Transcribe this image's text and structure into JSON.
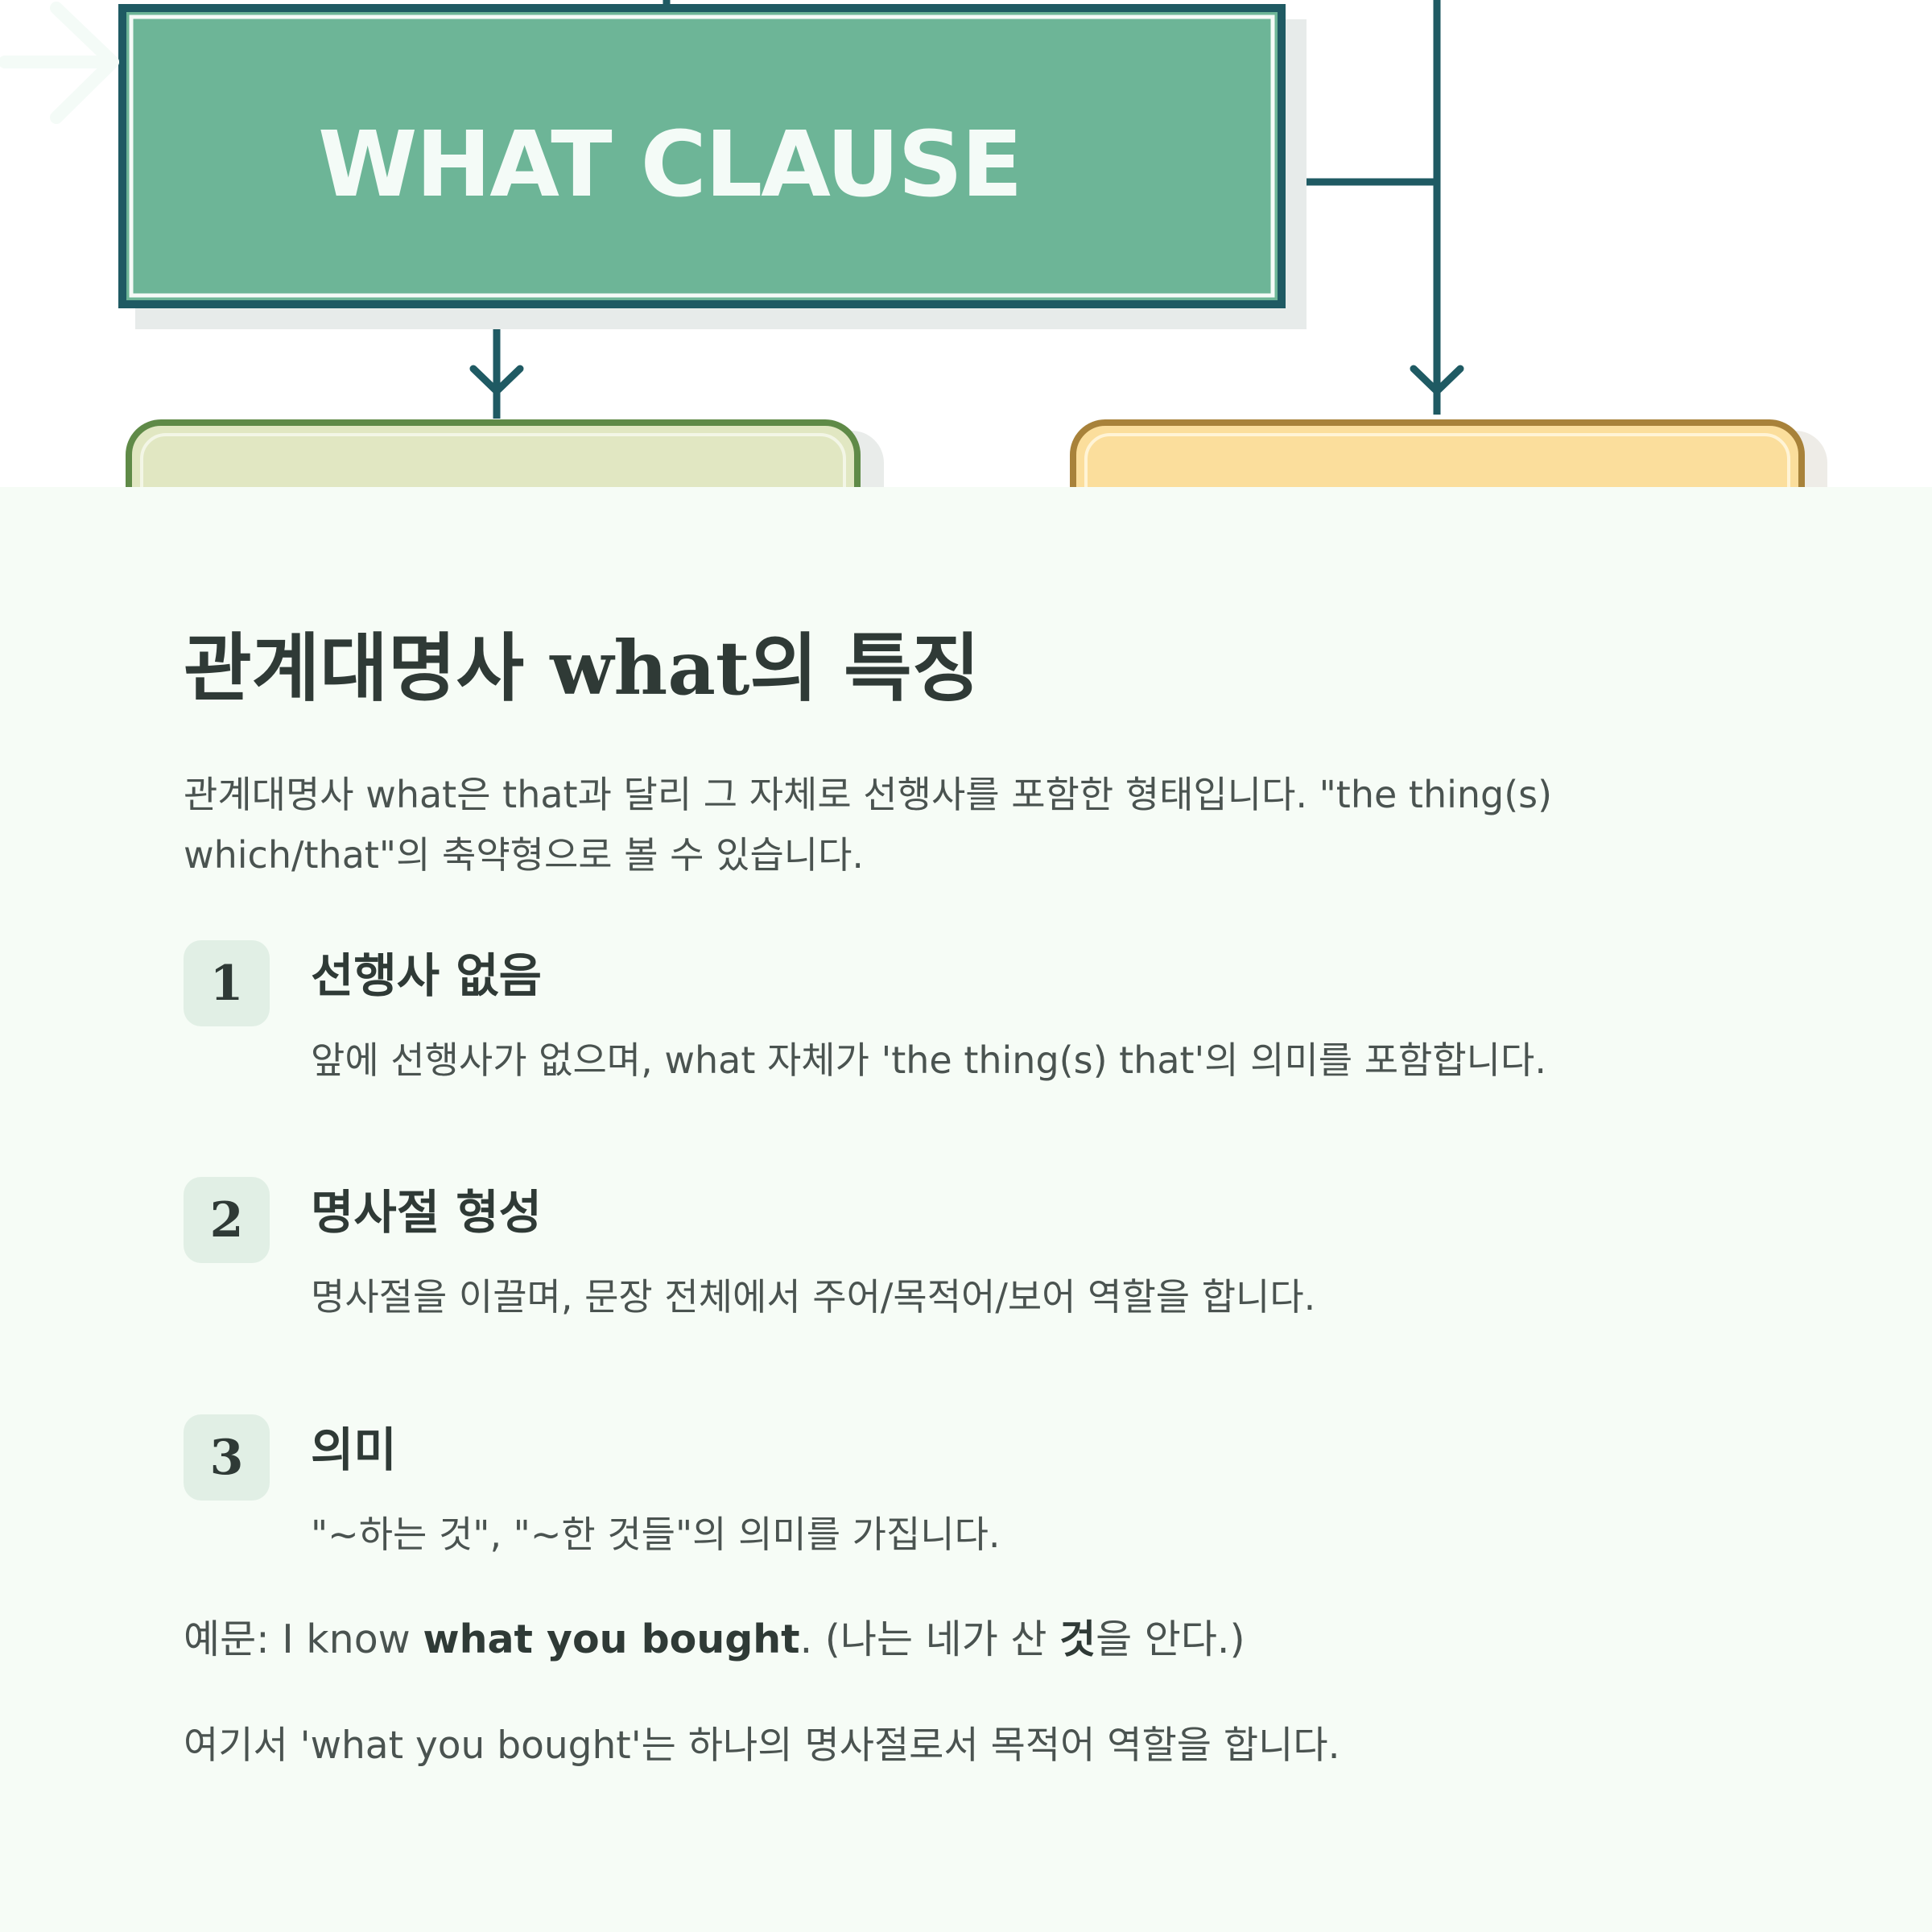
{
  "diagram": {
    "main_box_label": "WHAT CLAUSE",
    "arrow_icon": "arrow-right-icon"
  },
  "heading": "관계대명사 what의 특징",
  "intro": "관계대명사 what은 that과 달리 그 자체로 선행사를 포함한 형태입니다. \"the thing(s) which/that\"의 축약형으로 볼 수 있습니다.",
  "features": [
    {
      "number": "1",
      "title": "선행사 없음",
      "description": "앞에 선행사가 없으며, what 자체가 'the thing(s) that'의 의미를 포함합니다."
    },
    {
      "number": "2",
      "title": "명사절 형성",
      "description": "명사절을 이끌며, 문장 전체에서 주어/목적어/보어 역할을 합니다."
    },
    {
      "number": "3",
      "title": "의미",
      "description": "\"~하는 것\", \"~한 것들\"의 의미를 가집니다."
    }
  ],
  "example": {
    "prefix": "예문: I know ",
    "highlight": "what you bought",
    "middle": ". (나는 네가 산 ",
    "highlight_kr": "것",
    "suffix": "을 안다.)"
  },
  "explanation": "여기서 'what you bought'는 하나의 명사절로서 목적어 역할을 합니다.",
  "colors": {
    "main_box_fill": "#6db597",
    "main_box_border": "#1f5a63",
    "connector": "#1f5a63",
    "left_box_fill": "#e1e7c2",
    "left_box_border": "#5f8a47",
    "right_box_fill": "#fbde9c",
    "right_box_border": "#a8823a",
    "page_background": "#f6fcf6",
    "number_badge": "#e1efe5"
  }
}
